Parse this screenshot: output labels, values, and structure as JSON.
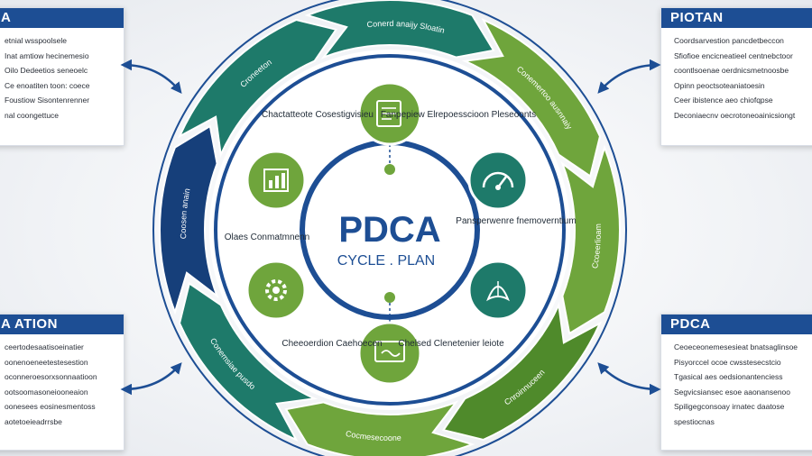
{
  "center": {
    "title": "PDCA",
    "subtitle": "CYCLE . PLAN"
  },
  "ring_labels": [
    {
      "text": "Conerd anaijy Sloatin"
    },
    {
      "text": "Conemertoo ausnnaiy"
    },
    {
      "text": "Ccoeerlioam"
    },
    {
      "text": "Cnroinnuceen"
    },
    {
      "text": "Cocmesecoone"
    },
    {
      "text": "Conemsiae pusdo"
    },
    {
      "text": "Coosen anain"
    },
    {
      "text": "Croneeton"
    }
  ],
  "nodes": [
    {
      "label": "Chactatteote Cosestigvisieu",
      "icon": "document-icon"
    },
    {
      "label": "Fanpepiew Elrepoesscioon Pleseoonts",
      "icon": "clipboard-icon"
    },
    {
      "label": "Olaes Conmatmnenn",
      "icon": "chart-icon"
    },
    {
      "label": "Pansperwenre fnemoverntium",
      "icon": "gauge-icon"
    },
    {
      "label": "Cheeoerdion Caehoecen",
      "icon": "gear-icon"
    },
    {
      "label": "Chelsed Clenetenier leiote",
      "icon": "monitor-icon"
    },
    {
      "label": "",
      "icon": "leaf-icon"
    }
  ],
  "panels": {
    "top_left": {
      "title": "A",
      "items": [
        "etnial wsspoolsele",
        "Inat amtiow hecinemesio",
        "Oilo Dedeetios seneoelc",
        "Ce enoatiten toon: coece",
        "Foustiow Sisontenrenner",
        "nal coongettuce"
      ]
    },
    "top_right": {
      "title": "PIOTAN",
      "items": [
        "Coordsarvestion pancdetbeccon",
        "Sfiofioe encicneatieel centnebctoor",
        "coontlsoenae oerdnicsmetnoosbe",
        "Opinn peoctsoteaniatoesin",
        "Ceer ibistence aeo chiofqpse",
        "Deconiaecnv oecrotoneoainicsiongt"
      ]
    },
    "bottom_left": {
      "title": "A ATION",
      "items": [
        "ceertodesaatisoeinatier",
        "oonenoeneetestesestion",
        "oconneroesorxsonnaatioon",
        "ootsoomasoneiooneaion",
        "oonesees eosinesmentoss",
        "aotetoeieadrrsbe"
      ]
    },
    "bottom_right": {
      "title": "PDCA",
      "items": [
        "Ceoeceonemesesieat bnatsaglinsoe",
        "Pisyorccel ocoe cwsstesecstcio",
        "Tgasical aes oedsionantenciess",
        "Segvicsiansec esoe aaonansenoo",
        "Spiligegconsoay irnatec daatose",
        "spestiocnas"
      ]
    }
  },
  "colors": {
    "blue": "#1d4e94",
    "blue_dark": "#163f7a",
    "teal": "#1e7a6a",
    "green": "#6fa53c",
    "green_dark": "#4f8a2b",
    "panel_header": "#1d4e94"
  }
}
